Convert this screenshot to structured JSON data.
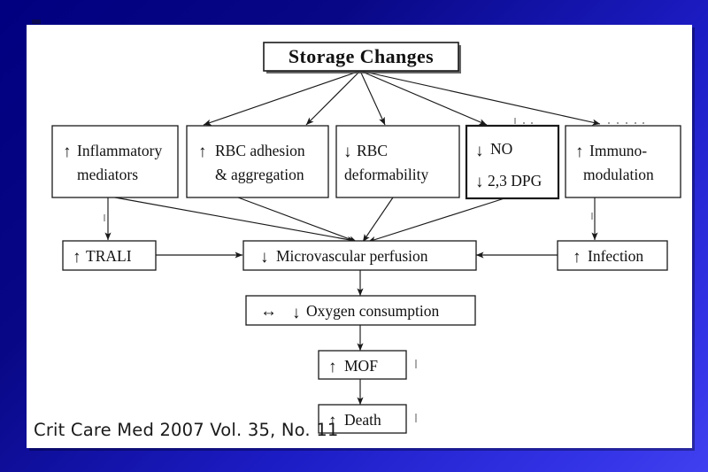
{
  "slide": {
    "background_outer_color": "#0a0aa0",
    "canvas_color": "#ffffff",
    "caption": "Crit Care Med 2007 Vol. 35, No. 11"
  },
  "diagram": {
    "title_node": {
      "id": "storage-changes",
      "label": "Storage Changes"
    },
    "tier2": [
      {
        "id": "inflammatory-mediators",
        "arrow": "up",
        "line1": "Inflammatory",
        "line2": "mediators"
      },
      {
        "id": "rbc-adhesion",
        "arrow": "up",
        "line1": "RBC adhesion",
        "line2": "& aggregation"
      },
      {
        "id": "rbc-deformability",
        "arrow": "down",
        "line1": "RBC",
        "line2": "deformability"
      },
      {
        "id": "no-dpg",
        "arrow": "down",
        "line1": "NO",
        "line2": "2,3 DPG",
        "second_arrow": "down"
      },
      {
        "id": "immunomodulation",
        "arrow": "up",
        "line1": "Immuno-",
        "line2": "modulation"
      }
    ],
    "tier3": [
      {
        "id": "trali",
        "arrow": "up",
        "label": "TRALI"
      },
      {
        "id": "microvascular-perfusion",
        "arrow": "down",
        "label": "Microvascular perfusion"
      },
      {
        "id": "infection",
        "arrow": "up",
        "label": "Infection"
      }
    ],
    "tier4": [
      {
        "id": "oxygen-consumption",
        "arrow": "down",
        "prefix_arrow": "bidirectional",
        "label": "Oxygen consumption"
      },
      {
        "id": "mof",
        "arrow": "up",
        "label": "MOF"
      },
      {
        "id": "death",
        "arrow": "up",
        "label": "Death"
      }
    ],
    "arrow_glyphs": {
      "up": "↑",
      "down": "↓",
      "bidirectional": "↔"
    },
    "edges": [
      {
        "from": "storage-changes",
        "to": "inflammatory-mediators"
      },
      {
        "from": "storage-changes",
        "to": "rbc-adhesion"
      },
      {
        "from": "storage-changes",
        "to": "rbc-deformability"
      },
      {
        "from": "storage-changes",
        "to": "no-dpg"
      },
      {
        "from": "storage-changes",
        "to": "immunomodulation"
      },
      {
        "from": "inflammatory-mediators",
        "to": "trali"
      },
      {
        "from": "inflammatory-mediators",
        "to": "microvascular-perfusion"
      },
      {
        "from": "rbc-adhesion",
        "to": "microvascular-perfusion"
      },
      {
        "from": "rbc-deformability",
        "to": "microvascular-perfusion"
      },
      {
        "from": "no-dpg",
        "to": "microvascular-perfusion"
      },
      {
        "from": "immunomodulation",
        "to": "infection"
      },
      {
        "from": "trali",
        "to": "microvascular-perfusion"
      },
      {
        "from": "infection",
        "to": "microvascular-perfusion"
      },
      {
        "from": "microvascular-perfusion",
        "to": "oxygen-consumption"
      },
      {
        "from": "oxygen-consumption",
        "to": "mof"
      },
      {
        "from": "mof",
        "to": "death"
      }
    ]
  }
}
